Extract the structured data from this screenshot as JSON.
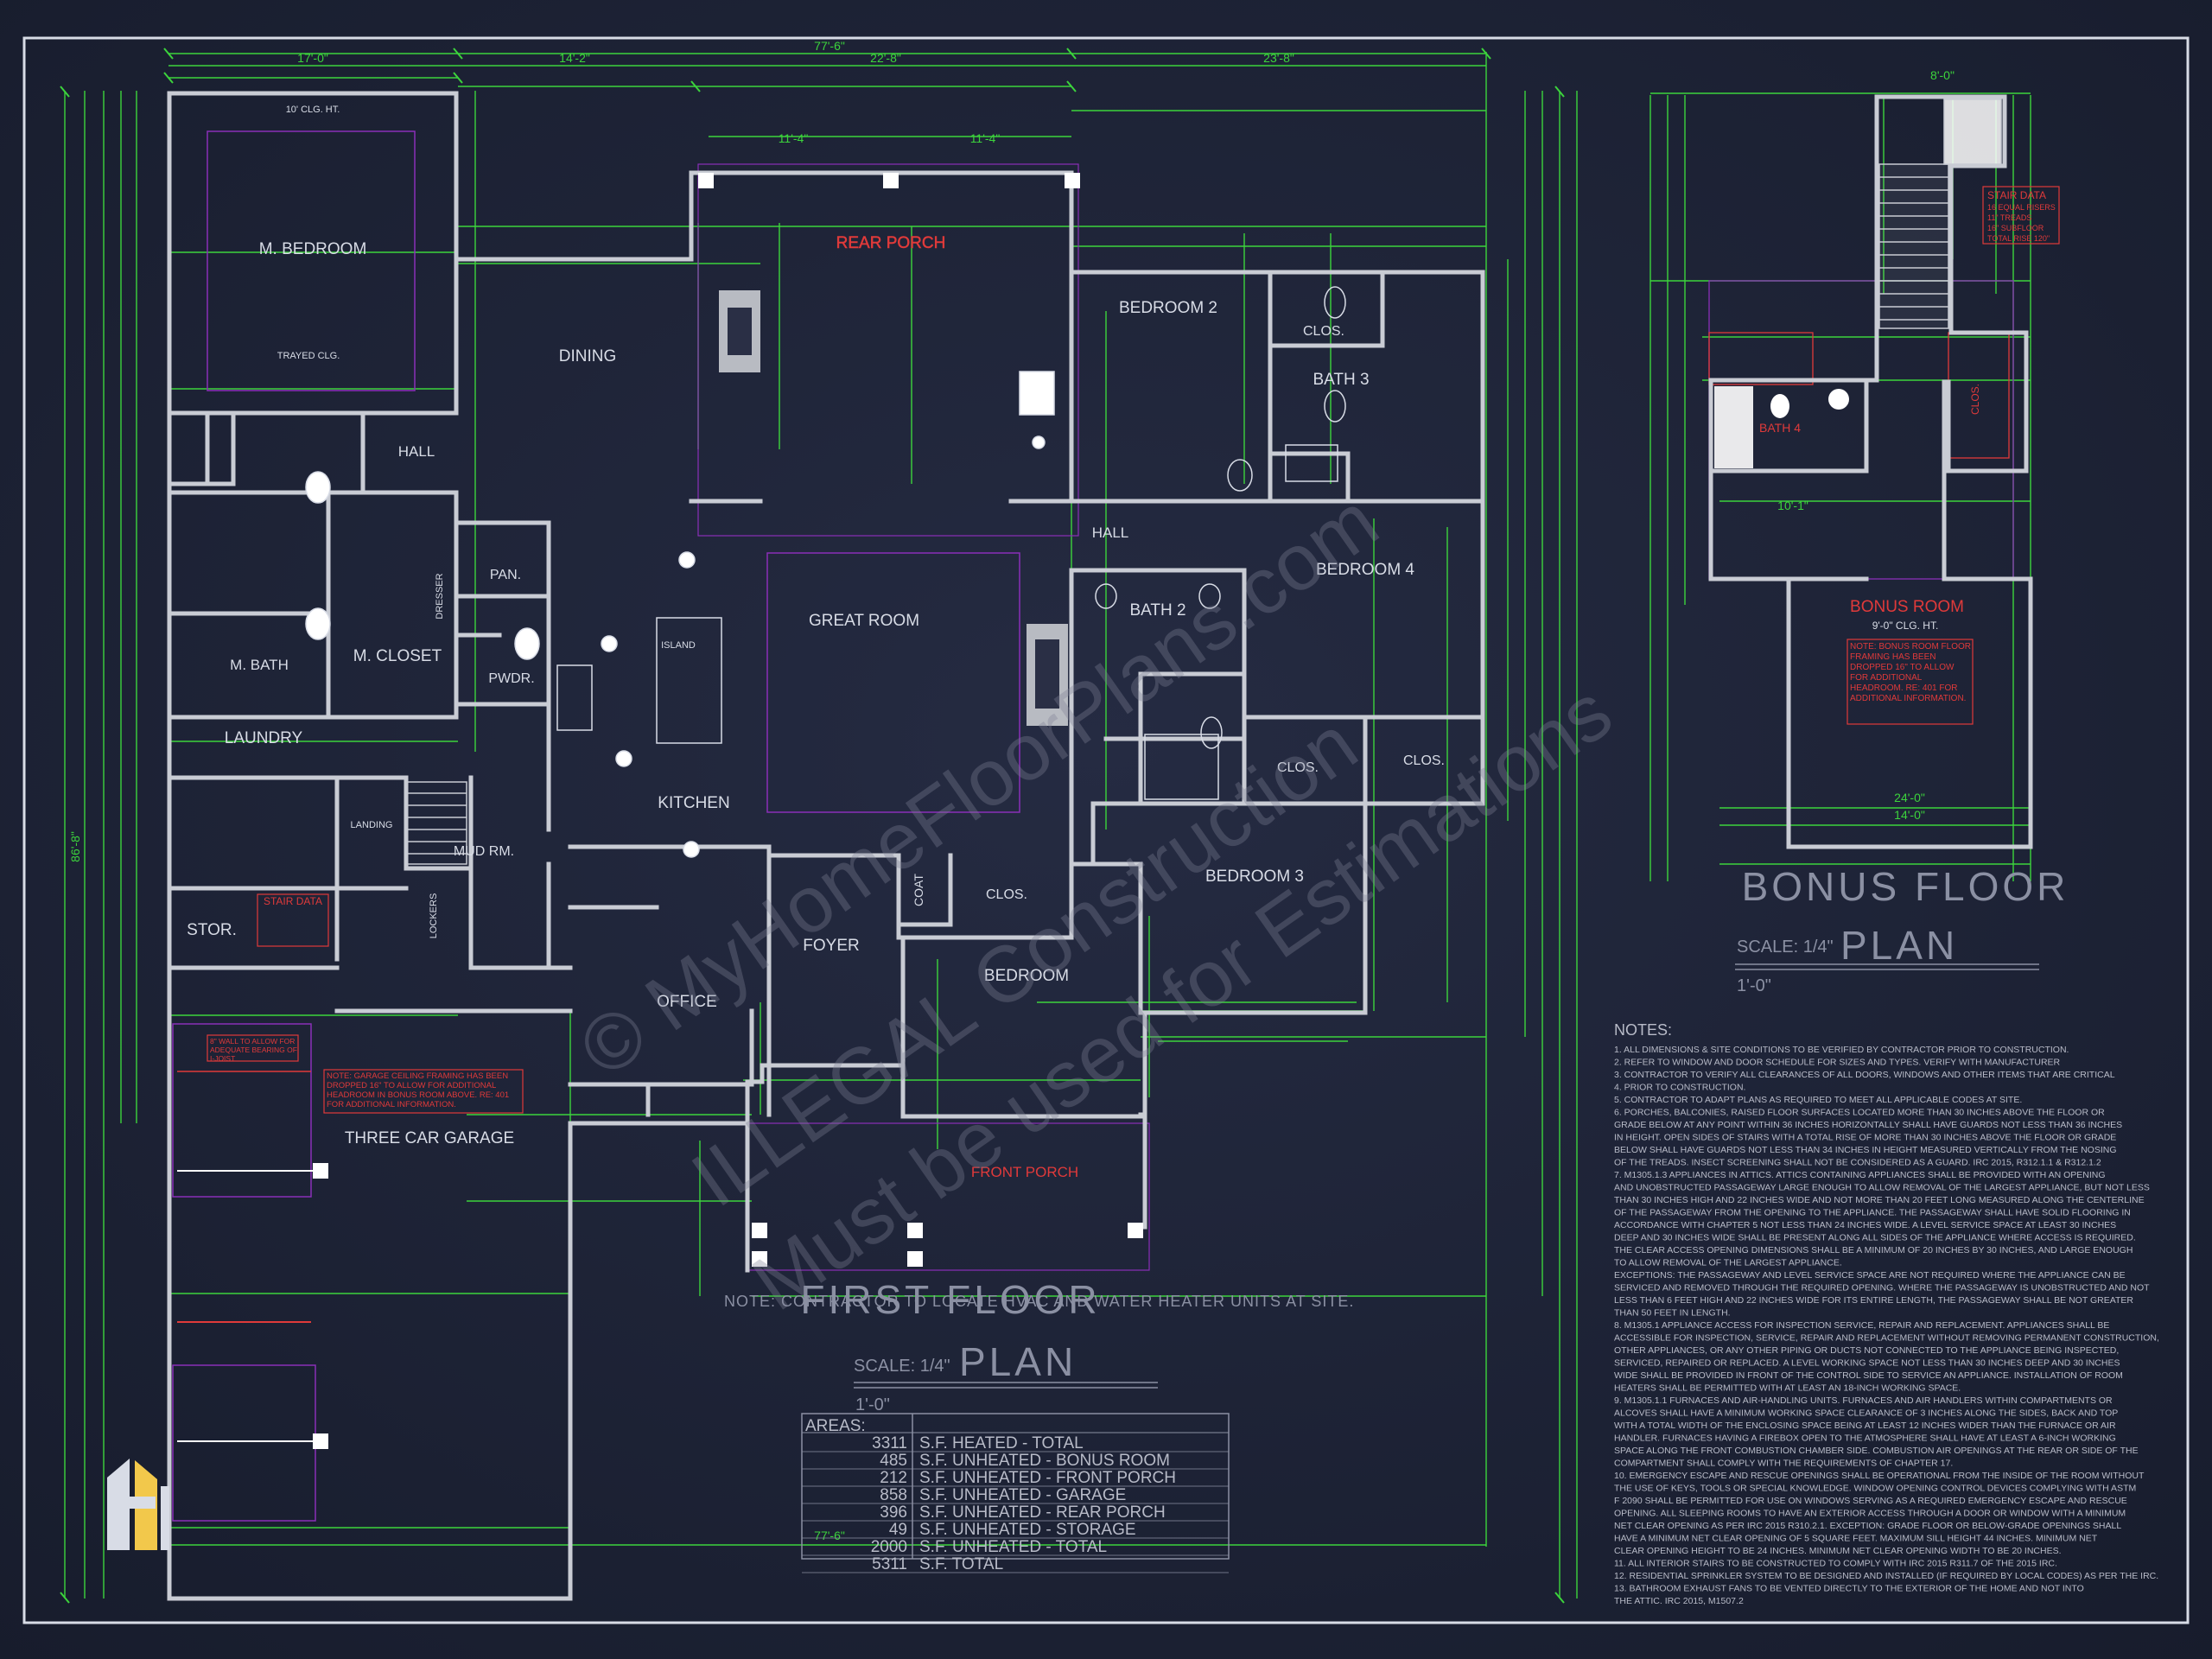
{
  "colors": {
    "background": "#1a1f33",
    "wall": "#c9ccd4",
    "dimension": "#3cd43c",
    "label": "#d8dce6",
    "red": "#e03a3a",
    "purple": "#8a2fb8",
    "watermark": "#7d8294"
  },
  "watermark": {
    "line1": "© MyHomeFloorPlans.com",
    "line2": "ILLEGAL Construction",
    "line3": "Must be used for Estimations"
  },
  "first_floor": {
    "title": "FIRST FLOOR",
    "title_word": "PLAN",
    "scale": "SCALE: 1/4\"",
    "scale_unit": "1'-0\"",
    "note": "NOTE: CONTRACTOR TO LOCATE HVAC AND WATER HEATER UNITS AT SITE.",
    "rooms": {
      "master_bedroom": "M. BEDROOM",
      "master_ceiling": "10' CLG. HT.",
      "master_trayed": "TRAYED CLG.",
      "dining": "DINING",
      "great_room": "GREAT ROOM",
      "kitchen": "KITCHEN",
      "island": "ISLAND",
      "pan": "PAN.",
      "pwdr": "PWDR.",
      "mud": "MUD RM.",
      "laundry": "LAUNDRY",
      "stor": "STOR.",
      "m_closet": "M. CLOSET",
      "m_bath": "M. BATH",
      "hall1": "HALL",
      "hall2": "HALL",
      "bedroom2": "BEDROOM 2",
      "bath3": "BATH 3",
      "clos1": "CLOS.",
      "bath2": "BATH 2",
      "bedroom4": "BEDROOM 4",
      "clos2": "CLOS.",
      "clos3": "CLOS.",
      "bedroom3": "BEDROOM 3",
      "bedroom5": "BEDROOM",
      "foyer": "FOYER",
      "office": "OFFICE",
      "clos4": "CLOS.",
      "coat": "COAT",
      "garage": "THREE CAR GARAGE",
      "rear_porch": "REAR PORCH",
      "front_porch": "FRONT PORCH",
      "landing": "LANDING",
      "lockers": "LOCKERS",
      "dresser": "DRESSER"
    },
    "notes": {
      "stair_data": "STAIR DATA",
      "garage_note": "NOTE: GARAGE CEILING FRAMING HAS BEEN DROPPED 16\" TO ALLOW FOR ADDITIONAL HEADROOM IN BONUS ROOM ABOVE. RE: 401 FOR ADDITIONAL INFORMATION.",
      "wall_note": "8\" WALL TO ALLOW FOR ADEQUATE BEARING OF I-JOIST"
    },
    "dimensions": {
      "overall_width": "77'-6\"",
      "overall_depth": "86'-8\"",
      "d1": "17'-0\"",
      "d2": "14'-2\"",
      "d3": "22'-8\"",
      "d4": "23'-8\"",
      "d5": "11'-4\"",
      "d6": "11'-4\""
    }
  },
  "areas": {
    "label": "AREAS:",
    "rows": [
      {
        "value": "3311",
        "desc": "S.F. HEATED - TOTAL"
      },
      {
        "value": "485",
        "desc": "S.F. UNHEATED - BONUS ROOM"
      },
      {
        "value": "212",
        "desc": "S.F. UNHEATED - FRONT PORCH"
      },
      {
        "value": "858",
        "desc": "S.F. UNHEATED - GARAGE"
      },
      {
        "value": "396",
        "desc": "S.F. UNHEATED - REAR PORCH"
      },
      {
        "value": "49",
        "desc": "S.F. UNHEATED - STORAGE"
      },
      {
        "value": "2000",
        "desc": "S.F. UNHEATED - TOTAL"
      },
      {
        "value": "5311",
        "desc": "S.F. TOTAL"
      }
    ]
  },
  "bonus_floor": {
    "title": "BONUS FLOOR",
    "title_word": "PLAN",
    "scale": "SCALE: 1/4\"",
    "scale_unit": "1'-0\"",
    "room": "BONUS ROOM",
    "ceiling": "9'-0\" CLG. HT.",
    "bath": "BATH 4",
    "clos": "CLOS.",
    "stair_data": "STAIR DATA",
    "stair_lines": [
      "16 EQUAL RISERS",
      "11\" TREADS",
      "16\" SUBFLOOR",
      "TOTAL RISE 120\""
    ],
    "note": "NOTE: BONUS ROOM FLOOR FRAMING HAS BEEN DROPPED 16\" TO ALLOW FOR ADDITIONAL HEADROOM. RE: 401 FOR ADDITIONAL INFORMATION.",
    "dimensions": {
      "top": "8'-0\"",
      "width": "24'-0\"",
      "w1": "14'-0\"",
      "w2": "10'-1\""
    }
  },
  "notes": {
    "heading": "NOTES:",
    "items": [
      "1. ALL DIMENSIONS & SITE CONDITIONS TO BE VERIFIED BY CONTRACTOR PRIOR TO CONSTRUCTION.",
      "2. REFER TO WINDOW AND DOOR SCHEDULE FOR SIZES AND TYPES. VERIFY WITH MANUFACTURER",
      "3. CONTRACTOR TO VERIFY ALL CLEARANCES OF ALL DOORS, WINDOWS AND OTHER ITEMS THAT ARE CRITICAL",
      "4. PRIOR TO CONSTRUCTION.",
      "5. CONTRACTOR TO ADAPT PLANS AS REQUIRED TO MEET ALL APPLICABLE CODES AT SITE.",
      "6. PORCHES, BALCONIES, RAISED FLOOR SURFACES LOCATED MORE THAN 30 INCHES ABOVE THE FLOOR OR",
      "GRADE BELOW AT ANY POINT WITHIN 36 INCHES HORIZONTALLY SHALL HAVE GUARDS NOT LESS THAN 36 INCHES",
      "IN HEIGHT. OPEN SIDES OF STAIRS WITH A TOTAL RISE OF MORE THAN 30 INCHES ABOVE THE FLOOR OR GRADE",
      "BELOW SHALL HAVE GUARDS NOT LESS THAN 34 INCHES IN HEIGHT MEASURED VERTICALLY FROM THE NOSING",
      "OF THE TREADS. INSECT SCREENING SHALL NOT BE CONSIDERED AS A GUARD. IRC 2015, R312.1.1 & R312.1.2",
      "7. M1305.1.3 APPLIANCES IN ATTICS. ATTICS CONTAINING APPLIANCES SHALL BE PROVIDED WITH AN OPENING",
      "AND UNOBSTRUCTED PASSAGEWAY LARGE ENOUGH TO ALLOW REMOVAL OF THE LARGEST APPLIANCE, BUT NOT LESS",
      "THAN 30 INCHES HIGH AND 22 INCHES WIDE AND NOT MORE THAN 20 FEET LONG MEASURED ALONG THE CENTERLINE",
      "OF THE PASSAGEWAY FROM THE OPENING TO THE APPLIANCE. THE PASSAGEWAY SHALL HAVE SOLID FLOORING IN",
      "ACCORDANCE WITH CHAPTER 5 NOT LESS THAN 24 INCHES WIDE. A LEVEL SERVICE SPACE AT LEAST 30 INCHES",
      "DEEP AND 30 INCHES WIDE SHALL BE PRESENT ALONG ALL SIDES OF THE APPLIANCE WHERE ACCESS IS REQUIRED.",
      "THE CLEAR ACCESS OPENING DIMENSIONS SHALL BE A MINIMUM OF 20 INCHES BY 30 INCHES, AND LARGE ENOUGH",
      "TO ALLOW REMOVAL OF THE LARGEST APPLIANCE.",
      "EXCEPTIONS: THE PASSAGEWAY AND LEVEL SERVICE SPACE ARE NOT REQUIRED WHERE THE APPLIANCE CAN BE",
      "SERVICED AND REMOVED THROUGH THE REQUIRED OPENING. WHERE THE PASSAGEWAY IS UNOBSTRUCTED AND NOT",
      "LESS THAN 6 FEET HIGH AND 22 INCHES WIDE FOR ITS ENTIRE LENGTH, THE PASSAGEWAY SHALL BE NOT GREATER",
      "THAN 50 FEET IN LENGTH.",
      "8. M1305.1 APPLIANCE ACCESS FOR INSPECTION SERVICE, REPAIR AND REPLACEMENT. APPLIANCES SHALL BE",
      "ACCESSIBLE FOR INSPECTION, SERVICE, REPAIR AND REPLACEMENT WITHOUT REMOVING PERMANENT CONSTRUCTION,",
      "OTHER APPLIANCES, OR ANY OTHER PIPING OR DUCTS NOT CONNECTED TO THE APPLIANCE BEING INSPECTED,",
      "SERVICED, REPAIRED OR REPLACED. A LEVEL WORKING SPACE NOT LESS THAN 30 INCHES DEEP AND 30 INCHES",
      "WIDE SHALL BE PROVIDED IN FRONT OF THE CONTROL SIDE TO SERVICE AN APPLIANCE. INSTALLATION OF ROOM",
      "HEATERS SHALL BE PERMITTED WITH AT LEAST AN 18-INCH WORKING SPACE.",
      "9. M1305.1.1 FURNACES AND AIR-HANDLING UNITS. FURNACES AND AIR HANDLERS WITHIN COMPARTMENTS OR",
      "ALCOVES SHALL HAVE A MINIMUM WORKING SPACE CLEARANCE OF 3 INCHES ALONG THE SIDES, BACK AND TOP",
      "WITH A TOTAL WIDTH OF THE ENCLOSING SPACE BEING AT LEAST 12 INCHES WIDER THAN THE FURNACE OR AIR",
      "HANDLER. FURNACES HAVING A FIREBOX OPEN TO THE ATMOSPHERE SHALL HAVE AT LEAST A 6-INCH WORKING",
      "SPACE ALONG THE FRONT COMBUSTION CHAMBER SIDE. COMBUSTION AIR OPENINGS AT THE REAR OR SIDE OF THE",
      "COMPARTMENT SHALL COMPLY WITH THE REQUIREMENTS OF CHAPTER 17.",
      "10. EMERGENCY ESCAPE AND RESCUE OPENINGS SHALL BE OPERATIONAL FROM THE INSIDE OF THE ROOM WITHOUT",
      "THE USE OF KEYS, TOOLS OR SPECIAL KNOWLEDGE. WINDOW OPENING CONTROL DEVICES COMPLYING WITH ASTM",
      "F 2090 SHALL BE PERMITTED FOR USE ON WINDOWS SERVING AS A REQUIRED EMERGENCY ESCAPE AND RESCUE",
      "OPENING. ALL SLEEPING ROOMS TO HAVE AN EXTERIOR ACCESS THROUGH A DOOR OR WINDOW WITH A MINIMUM",
      "NET CLEAR OPENING AS PER IRC 2015 R310.2.1. EXCEPTION: GRADE FLOOR OR BELOW-GRADE OPENINGS SHALL",
      "HAVE A MINIMUM NET CLEAR OPENING OF 5 SQUARE FEET. MAXIMUM SILL HEIGHT 44 INCHES. MINIMUM NET",
      "CLEAR OPENING HEIGHT TO BE 24 INCHES. MINIMUM NET CLEAR OPENING WIDTH TO BE 20 INCHES.",
      "11. ALL INTERIOR STAIRS TO BE CONSTRUCTED TO COMPLY WITH IRC 2015 R311.7 OF THE 2015 IRC.",
      "12. RESIDENTIAL SPRINKLER SYSTEM TO BE DESIGNED AND INSTALLED (IF REQUIRED BY LOCAL CODES) AS PER THE IRC.",
      "13. BATHROOM EXHAUST FANS TO BE VENTED DIRECTLY TO THE EXTERIOR OF THE HOME AND NOT INTO",
      "THE ATTIC. IRC 2015, M1507.2"
    ]
  }
}
